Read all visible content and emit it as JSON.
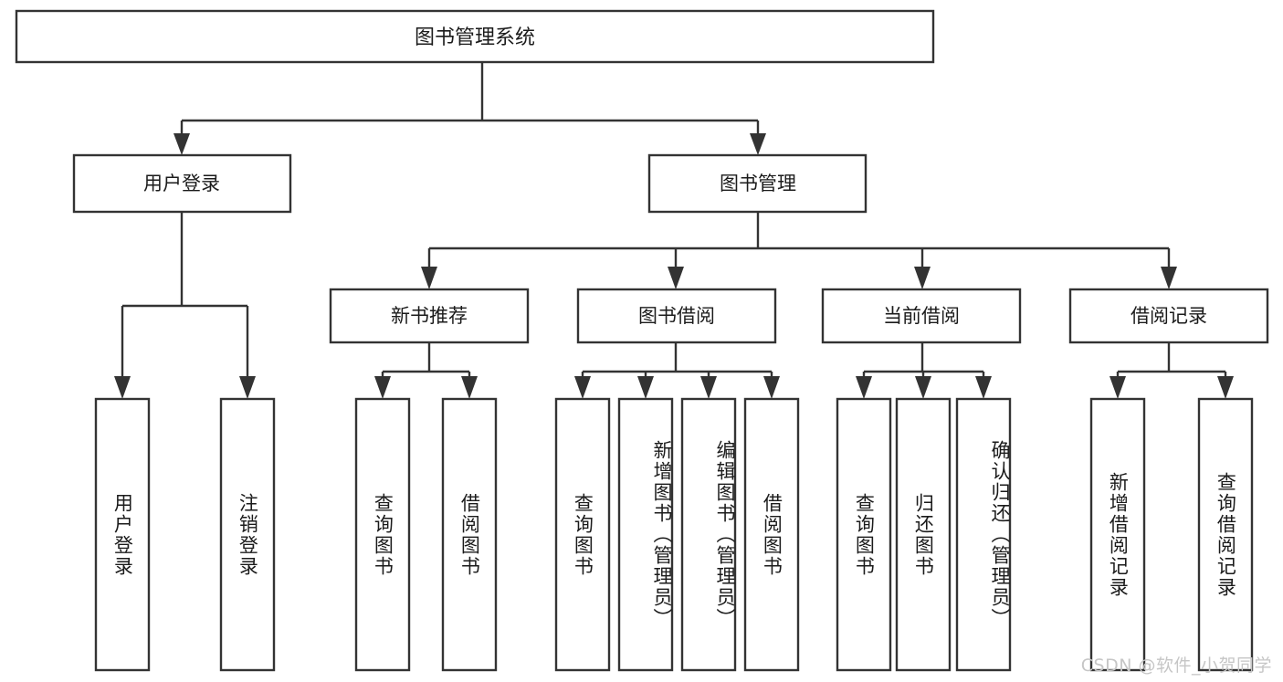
{
  "diagram": {
    "title": "图书管理系统",
    "type": "tree-hierarchy",
    "root": {
      "label": "图书管理系统"
    },
    "level2": [
      {
        "label": "用户登录"
      },
      {
        "label": "图书管理"
      }
    ],
    "level3": [
      {
        "label": "新书推荐"
      },
      {
        "label": "图书借阅"
      },
      {
        "label": "当前借阅"
      },
      {
        "label": "借阅记录"
      }
    ],
    "leaves": {
      "user_login": [
        {
          "label": "用户登录"
        },
        {
          "label": "注销登录"
        }
      ],
      "new_book_recommend": [
        {
          "label": "查询图书"
        },
        {
          "label": "借阅图书"
        }
      ],
      "book_borrow": [
        {
          "label": "查询图书"
        },
        {
          "label": "新增图书（管理员）"
        },
        {
          "label": "编辑图书（管理员）"
        },
        {
          "label": "借阅图书"
        }
      ],
      "current_borrow": [
        {
          "label": "查询图书"
        },
        {
          "label": "归还图书"
        },
        {
          "label": "确认归还（管理员）"
        }
      ],
      "borrow_record": [
        {
          "label": "新增借阅记录"
        },
        {
          "label": "查询借阅记录"
        }
      ]
    }
  },
  "watermark": {
    "text": "CSDN @软件_小贺同学"
  },
  "colors": {
    "background": "#ffffff",
    "stroke": "#333333",
    "text": "#1b1b1b",
    "watermark": "#c6c6c6"
  }
}
